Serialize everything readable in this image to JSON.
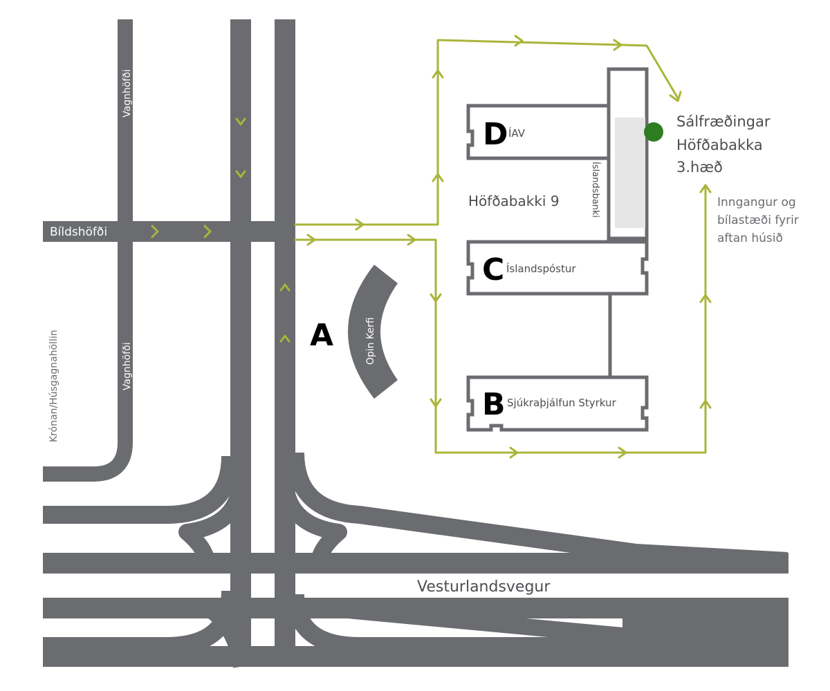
{
  "map": {
    "roads": {
      "bildshofdi": "Bíldshöfði",
      "vagnhofdi_top": "Vagnhöfði",
      "vagnhofdi_bottom": "Vagnhöfði",
      "hofdabakki": "Höfðabakki",
      "kronan": "Krónan/Húsgagnahöllin",
      "vesturlandsvegur": "Vesturlandsvegur"
    },
    "buildings": {
      "a": {
        "letter": "A",
        "tenant": "Opin Kerfi"
      },
      "b": {
        "letter": "B",
        "tenant": "Sjúkraþjálfun Styrkur"
      },
      "c": {
        "letter": "C",
        "tenant": "Íslandspóstur"
      },
      "d": {
        "letter": "D",
        "tenant": "ÍAV"
      },
      "connector_tenant": "Íslandsbanki",
      "address": "Höfðabakki 9"
    },
    "destination": {
      "line1": "Sálfræðingar",
      "line2": "Höfðabakka",
      "line3": "3.hæð",
      "marker_color": "#2e7d22"
    },
    "entrance_note": {
      "line1": "Inngangur og",
      "line2": "bílastæði fyrir",
      "line3": "aftan húsið"
    },
    "colors": {
      "road": "#6b6c70",
      "route": "#a9b53a",
      "building_fill": "#ffffff",
      "highlight": "#e6e6e6"
    }
  }
}
